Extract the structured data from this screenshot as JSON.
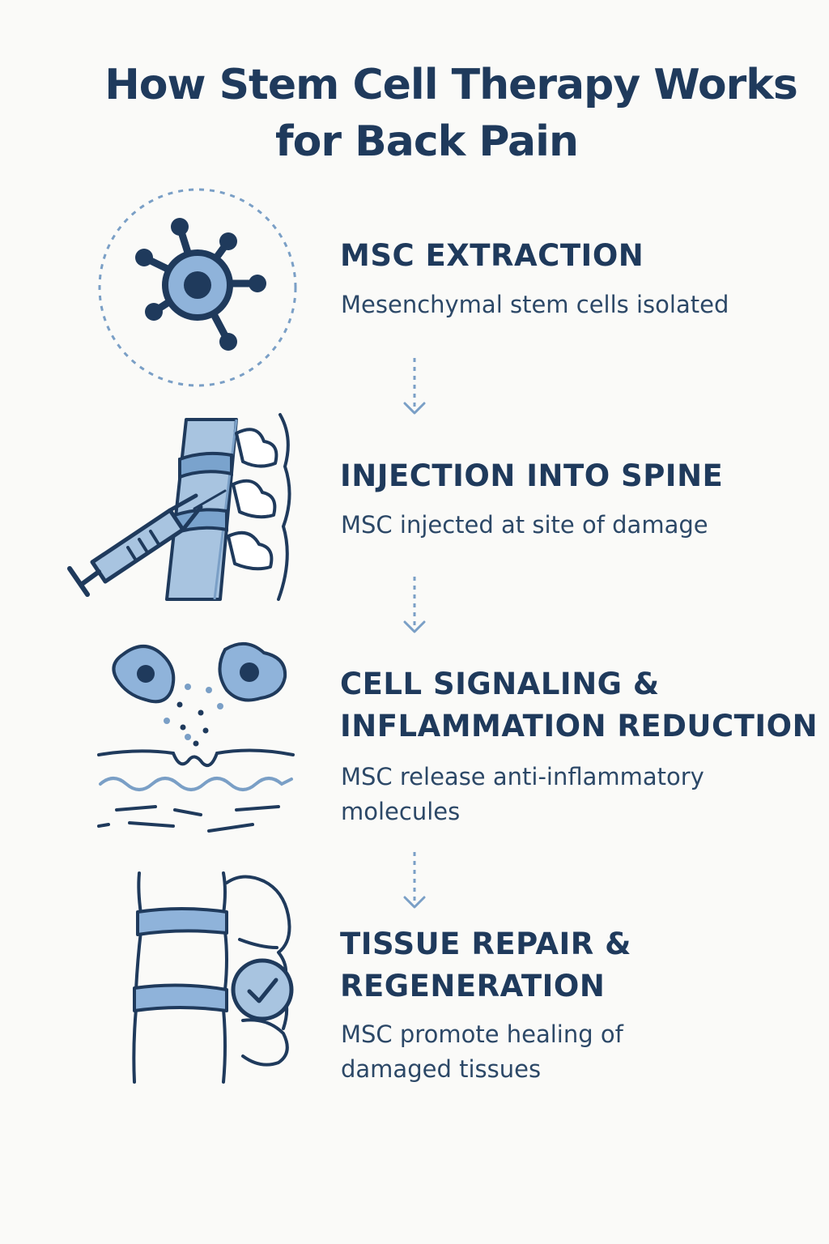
{
  "title": {
    "line1": "How Stem Cell Therapy Works",
    "line2": "for Back Pain"
  },
  "colors": {
    "navy": "#1f3a5c",
    "light_blue": "#a8c4e0",
    "mid_blue": "#7a9fc6",
    "background": "#fafaf8"
  },
  "steps": [
    {
      "icon": "stem-cell-icon",
      "title_lines": [
        "MSC EXTRACTION"
      ],
      "desc_lines": [
        "Mesenchymal stem cells isolated"
      ]
    },
    {
      "icon": "spine-syringe-icon",
      "title_lines": [
        "INJECTION INTO SPINE"
      ],
      "desc_lines": [
        "MSC injected at site of damage"
      ]
    },
    {
      "icon": "cell-signaling-icon",
      "title_lines": [
        "CELL SIGNALING &",
        "INFLAMMATION REDUCTION"
      ],
      "desc_lines": [
        "MSC release anti-inflammatory",
        "molecules"
      ]
    },
    {
      "icon": "spine-repair-check-icon",
      "title_lines": [
        "TISSUE REPAIR &",
        "REGENERATION"
      ],
      "desc_lines": [
        "MSC promote healing of",
        "damaged tissues"
      ]
    }
  ]
}
